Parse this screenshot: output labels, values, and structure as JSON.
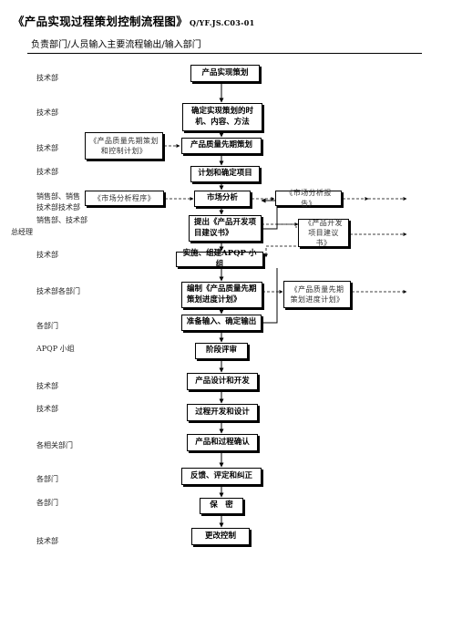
{
  "header": {
    "title": "《产品实现过程策划控制流程图》",
    "code": "Q/YF.JS.C03-01",
    "subtitle": "负责部门/人员输入主要流程输出/输入部门"
  },
  "departments": [
    "技术部",
    "技术部",
    "技术部",
    "技术部",
    "销售部、销售",
    "技术部技术部",
    "销售部、技术部",
    "总经理",
    "技术部",
    "技术部各部门",
    "各部门",
    "APQP 小组",
    "技术部",
    "技术部",
    "各相关部门",
    "各部门",
    "各部门",
    "技术部"
  ],
  "process": [
    "产品实现策划",
    "确定实现策划的时机、内容、方法",
    "产品质量先期策划",
    "计划和确定项目",
    "市场分析",
    "提出《产品开发项目建议书》",
    "实施、组建APQP 小组",
    "编制《产品质量先期策划进度计划》",
    "准备输入、确定输出",
    "阶段评审",
    "产品设计和开发",
    "过程开发和设计",
    "产品和过程确认",
    "反馈、评定和纠正",
    "保　密",
    "更改控制"
  ],
  "inputs": [
    "《产品质量先期策划和控制计划》",
    "《市场分析程序》"
  ],
  "outputs": [
    "《市场分析报告》",
    "《产品开发项目建议书》",
    "《产品质量先期策划进度计划》"
  ]
}
